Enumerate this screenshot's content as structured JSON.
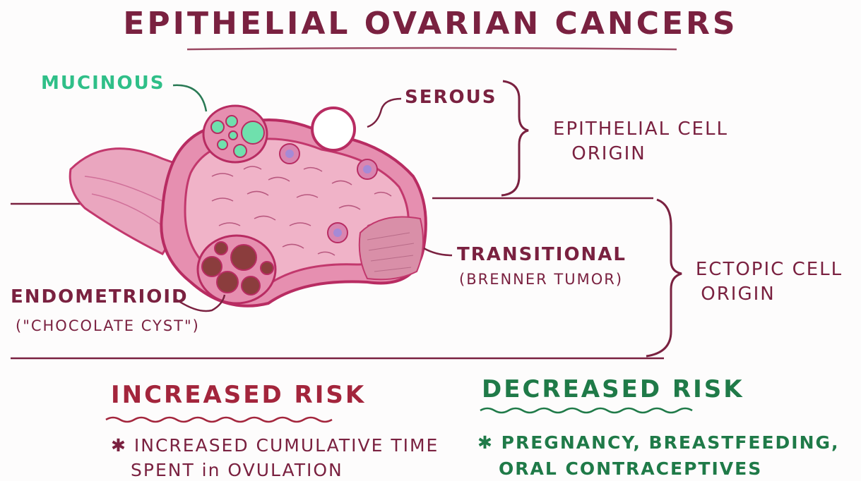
{
  "title": "EPITHELIAL OVARIAN CANCERS",
  "labels": {
    "mucinous": "MUCINOUS",
    "serous": "SEROUS",
    "endometrioid": "ENDOMETRIOID",
    "endometrioid_sub": "(\"CHOCOLATE CYST\")",
    "transitional": "TRANSITIONAL",
    "transitional_sub": "(BRENNER TUMOR)",
    "epithelial_origin_1": "EPITHELIAL CELL",
    "epithelial_origin_2": "ORIGIN",
    "ectopic_origin_1": "ECTOPIC CELL",
    "ectopic_origin_2": "ORIGIN"
  },
  "increased_risk": {
    "heading": "INCREASED RISK",
    "item_line1": "✱ INCREASED CUMULATIVE TIME",
    "item_line2": "SPENT in OVULATION"
  },
  "decreased_risk": {
    "heading": "DECREASED RISK",
    "item_line1": "✱ PREGNANCY, BREASTFEEDING,",
    "item_line2": "ORAL CONTRACEPTIVES"
  },
  "colors": {
    "maroon": "#7a2140",
    "red": "#a3253c",
    "green": "#1f7a48",
    "mucinous_teal": "#2fbf88",
    "ovary_pink": "#eba0bb",
    "ovary_outline": "#c2386d",
    "chocolate_cyst": "#8b3d3d"
  }
}
